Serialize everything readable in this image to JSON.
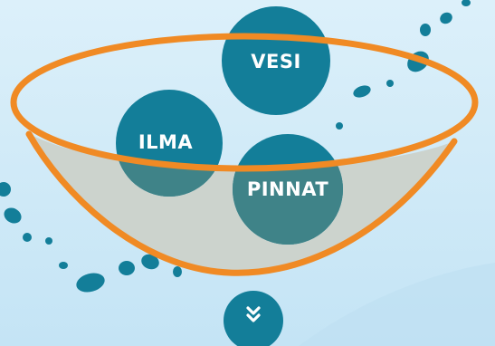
{
  "circles": {
    "vesi": "VESI",
    "ilma": "ILMA",
    "pinnat": "PINNAT"
  },
  "colors": {
    "background_top": "#d9eef9",
    "background_bottom": "#c2e3f4",
    "funnel_outline": "#f08a24",
    "funnel_fill": "#cbd2cc",
    "circle_front": "#137e99",
    "circle_submerged": "#3d8287",
    "dots": "#137e99",
    "button": "#137e99"
  },
  "icons": {
    "scroll_button": "double-chevron-down-icon"
  }
}
